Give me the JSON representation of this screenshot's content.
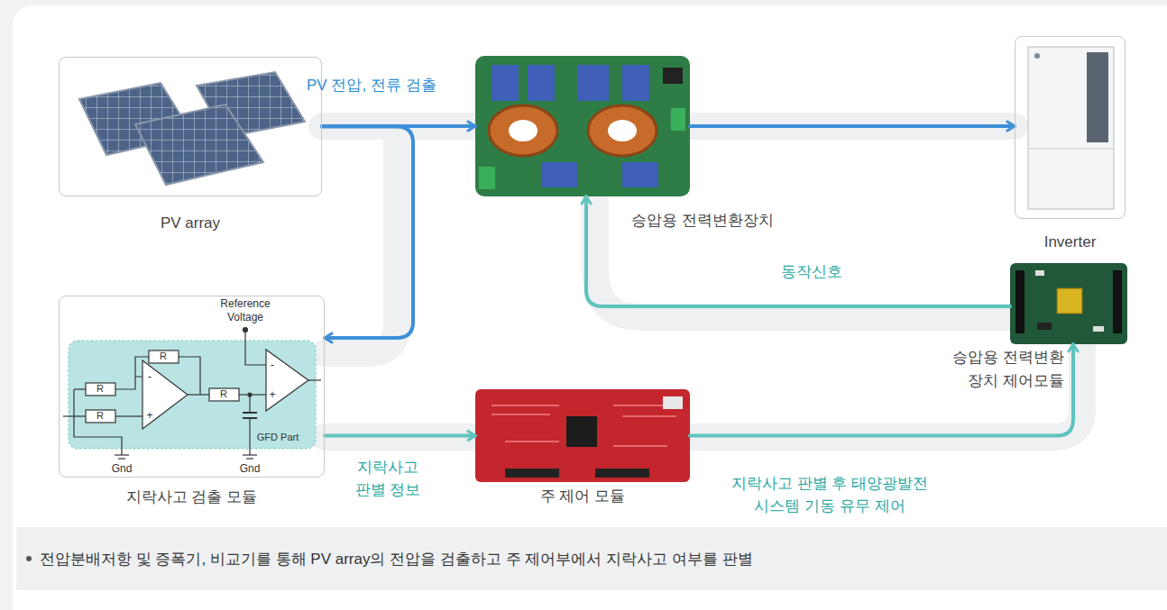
{
  "diagram": {
    "caption": "전압분배저항 및 증폭기, 비교기를 통해 PV array의 전압을 검출하고 주 제어부에서 지락사고 여부를 판별",
    "nodes": [
      {
        "text": [
          "PV array"
        ]
      },
      {
        "text": [
          "승압용 전력변환장치"
        ]
      },
      {
        "text": [
          "Inverter"
        ]
      },
      {
        "text": [
          "승압용 전력변환 장치 제어모듈"
        ]
      },
      {
        "text": [
          "지락사고 검출 모듈"
        ]
      },
      {
        "text": [
          "주 제어 모듈"
        ]
      }
    ],
    "edges": [
      {
        "from": 0,
        "to": 1,
        "label": "PV 전압, 전류 검출",
        "arrow": "to"
      },
      {
        "from": 1,
        "to": 2,
        "arrow": "to"
      },
      {
        "from": 0,
        "to": 4,
        "arrow": "to"
      },
      {
        "from": 3,
        "to": 1,
        "label": "동작신호",
        "arrow": "to"
      },
      {
        "from": 4,
        "to": 5,
        "label": "지락사고 판별 정보",
        "arrow": "to"
      },
      {
        "from": 5,
        "to": 3,
        "label": "지락사고 판별 후 태양광발전 시스템 기동 유무 제어",
        "arrow": "to"
      }
    ],
    "labels": [
      "Reference Voltage",
      "R",
      "R",
      "R",
      "R",
      "-",
      "+",
      "-",
      "+",
      "GFD Part",
      "Gnd",
      "Gnd"
    ]
  }
}
